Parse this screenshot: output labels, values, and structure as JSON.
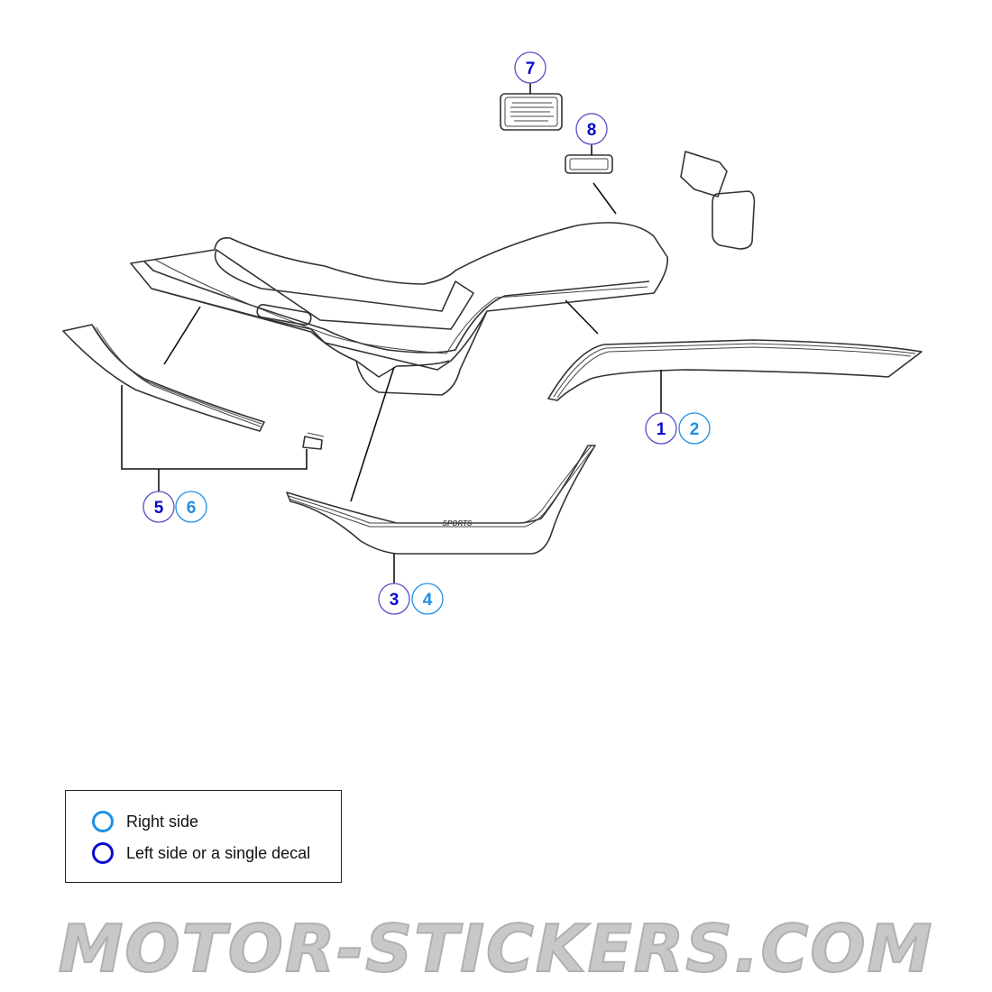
{
  "callouts": [
    {
      "id": "7",
      "side": "left"
    },
    {
      "id": "8",
      "side": "left"
    },
    {
      "id": "1",
      "side": "left"
    },
    {
      "id": "2",
      "side": "right"
    },
    {
      "id": "5",
      "side": "left"
    },
    {
      "id": "6",
      "side": "right"
    },
    {
      "id": "3",
      "side": "left"
    },
    {
      "id": "4",
      "side": "right"
    }
  ],
  "decal_text": "SPORTS",
  "legend": {
    "right_label": "Right side",
    "left_label": "Left side or a single decal"
  },
  "colors": {
    "right": "#1e8fe6",
    "left": "#0a0ad0",
    "left_ring": "#5a4fc4"
  },
  "watermark": "MOTOR-STICKERS.COM"
}
